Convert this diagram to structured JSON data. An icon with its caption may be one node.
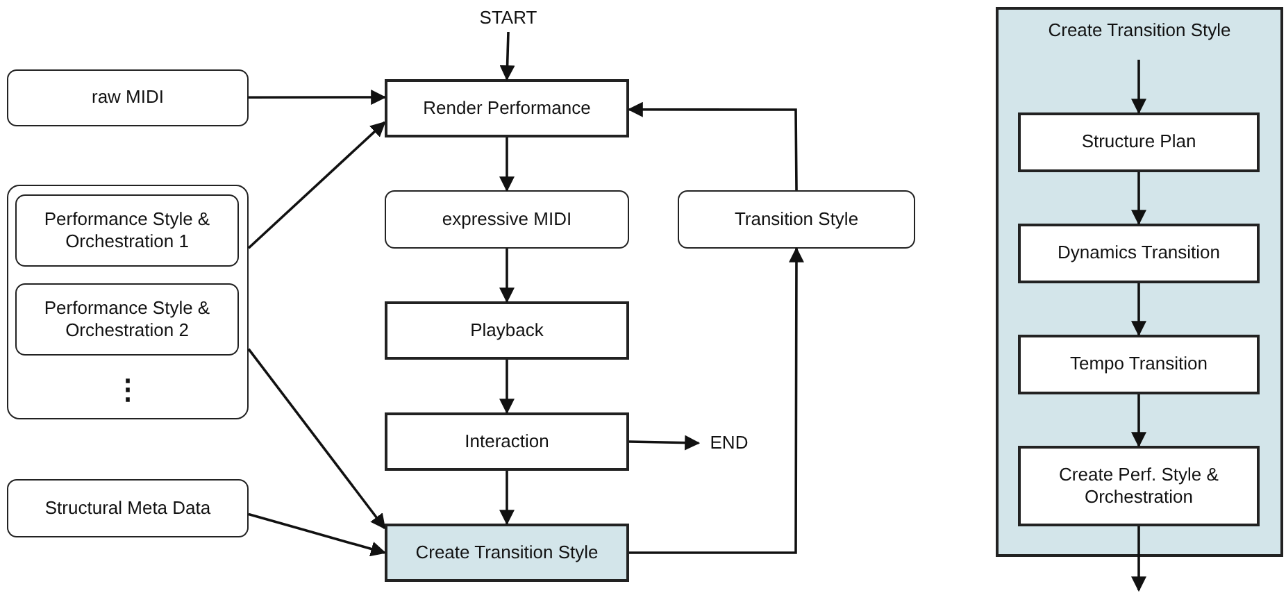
{
  "diagram": {
    "nodes": [
      {
        "text": [
          "START"
        ]
      },
      {
        "text": [
          "raw MIDI"
        ]
      },
      {
        "text": [
          "Render Performance"
        ]
      },
      {
        "text": [
          "⋮"
        ]
      },
      {
        "text": [
          "Performance Style & Orchestration 1"
        ],
        "in": 3
      },
      {
        "text": [
          "Performance Style & Orchestration 2"
        ],
        "in": 3
      },
      {
        "text": [
          "expressive MIDI"
        ]
      },
      {
        "text": [
          "Transition Style"
        ]
      },
      {
        "text": [
          "Playback"
        ]
      },
      {
        "text": [
          "Interaction"
        ]
      },
      {
        "text": [
          "END"
        ]
      },
      {
        "text": [
          "Structural Meta Data"
        ]
      },
      {
        "text": [
          "Create Transition Style"
        ]
      },
      {
        "text": [
          "Create Transition Style"
        ]
      },
      {
        "text": [
          "Structure Plan"
        ],
        "in": 13
      },
      {
        "text": [
          "Dynamics Transition"
        ],
        "in": 13
      },
      {
        "text": [
          "Tempo Transition"
        ],
        "in": 13
      },
      {
        "text": [
          "Create Perf. Style & Orchestration"
        ],
        "in": 13
      }
    ],
    "edges": [
      {
        "from": 0,
        "to": 2,
        "arrow": "to"
      },
      {
        "from": 1,
        "to": 2,
        "arrow": "to"
      },
      {
        "from": 3,
        "to": 2,
        "arrow": "to"
      },
      {
        "from": 2,
        "to": 6,
        "arrow": "to"
      },
      {
        "from": 6,
        "to": 8,
        "arrow": "to"
      },
      {
        "from": 8,
        "to": 9,
        "arrow": "to"
      },
      {
        "from": 9,
        "to": 10,
        "arrow": "to"
      },
      {
        "from": 9,
        "to": 12,
        "arrow": "to"
      },
      {
        "from": 3,
        "to": 12,
        "arrow": "to"
      },
      {
        "from": 11,
        "to": 12,
        "arrow": "to"
      },
      {
        "from": 12,
        "to": 7,
        "arrow": "to"
      },
      {
        "from": 7,
        "to": 2,
        "arrow": "to"
      },
      {
        "from": 13,
        "to": 14,
        "arrow": "to"
      },
      {
        "from": 14,
        "to": 15,
        "arrow": "to"
      },
      {
        "from": 15,
        "to": 16,
        "arrow": "to"
      },
      {
        "from": 16,
        "to": 17,
        "arrow": "to"
      },
      {
        "from": 17,
        "to": null,
        "arrow": "to"
      }
    ]
  }
}
